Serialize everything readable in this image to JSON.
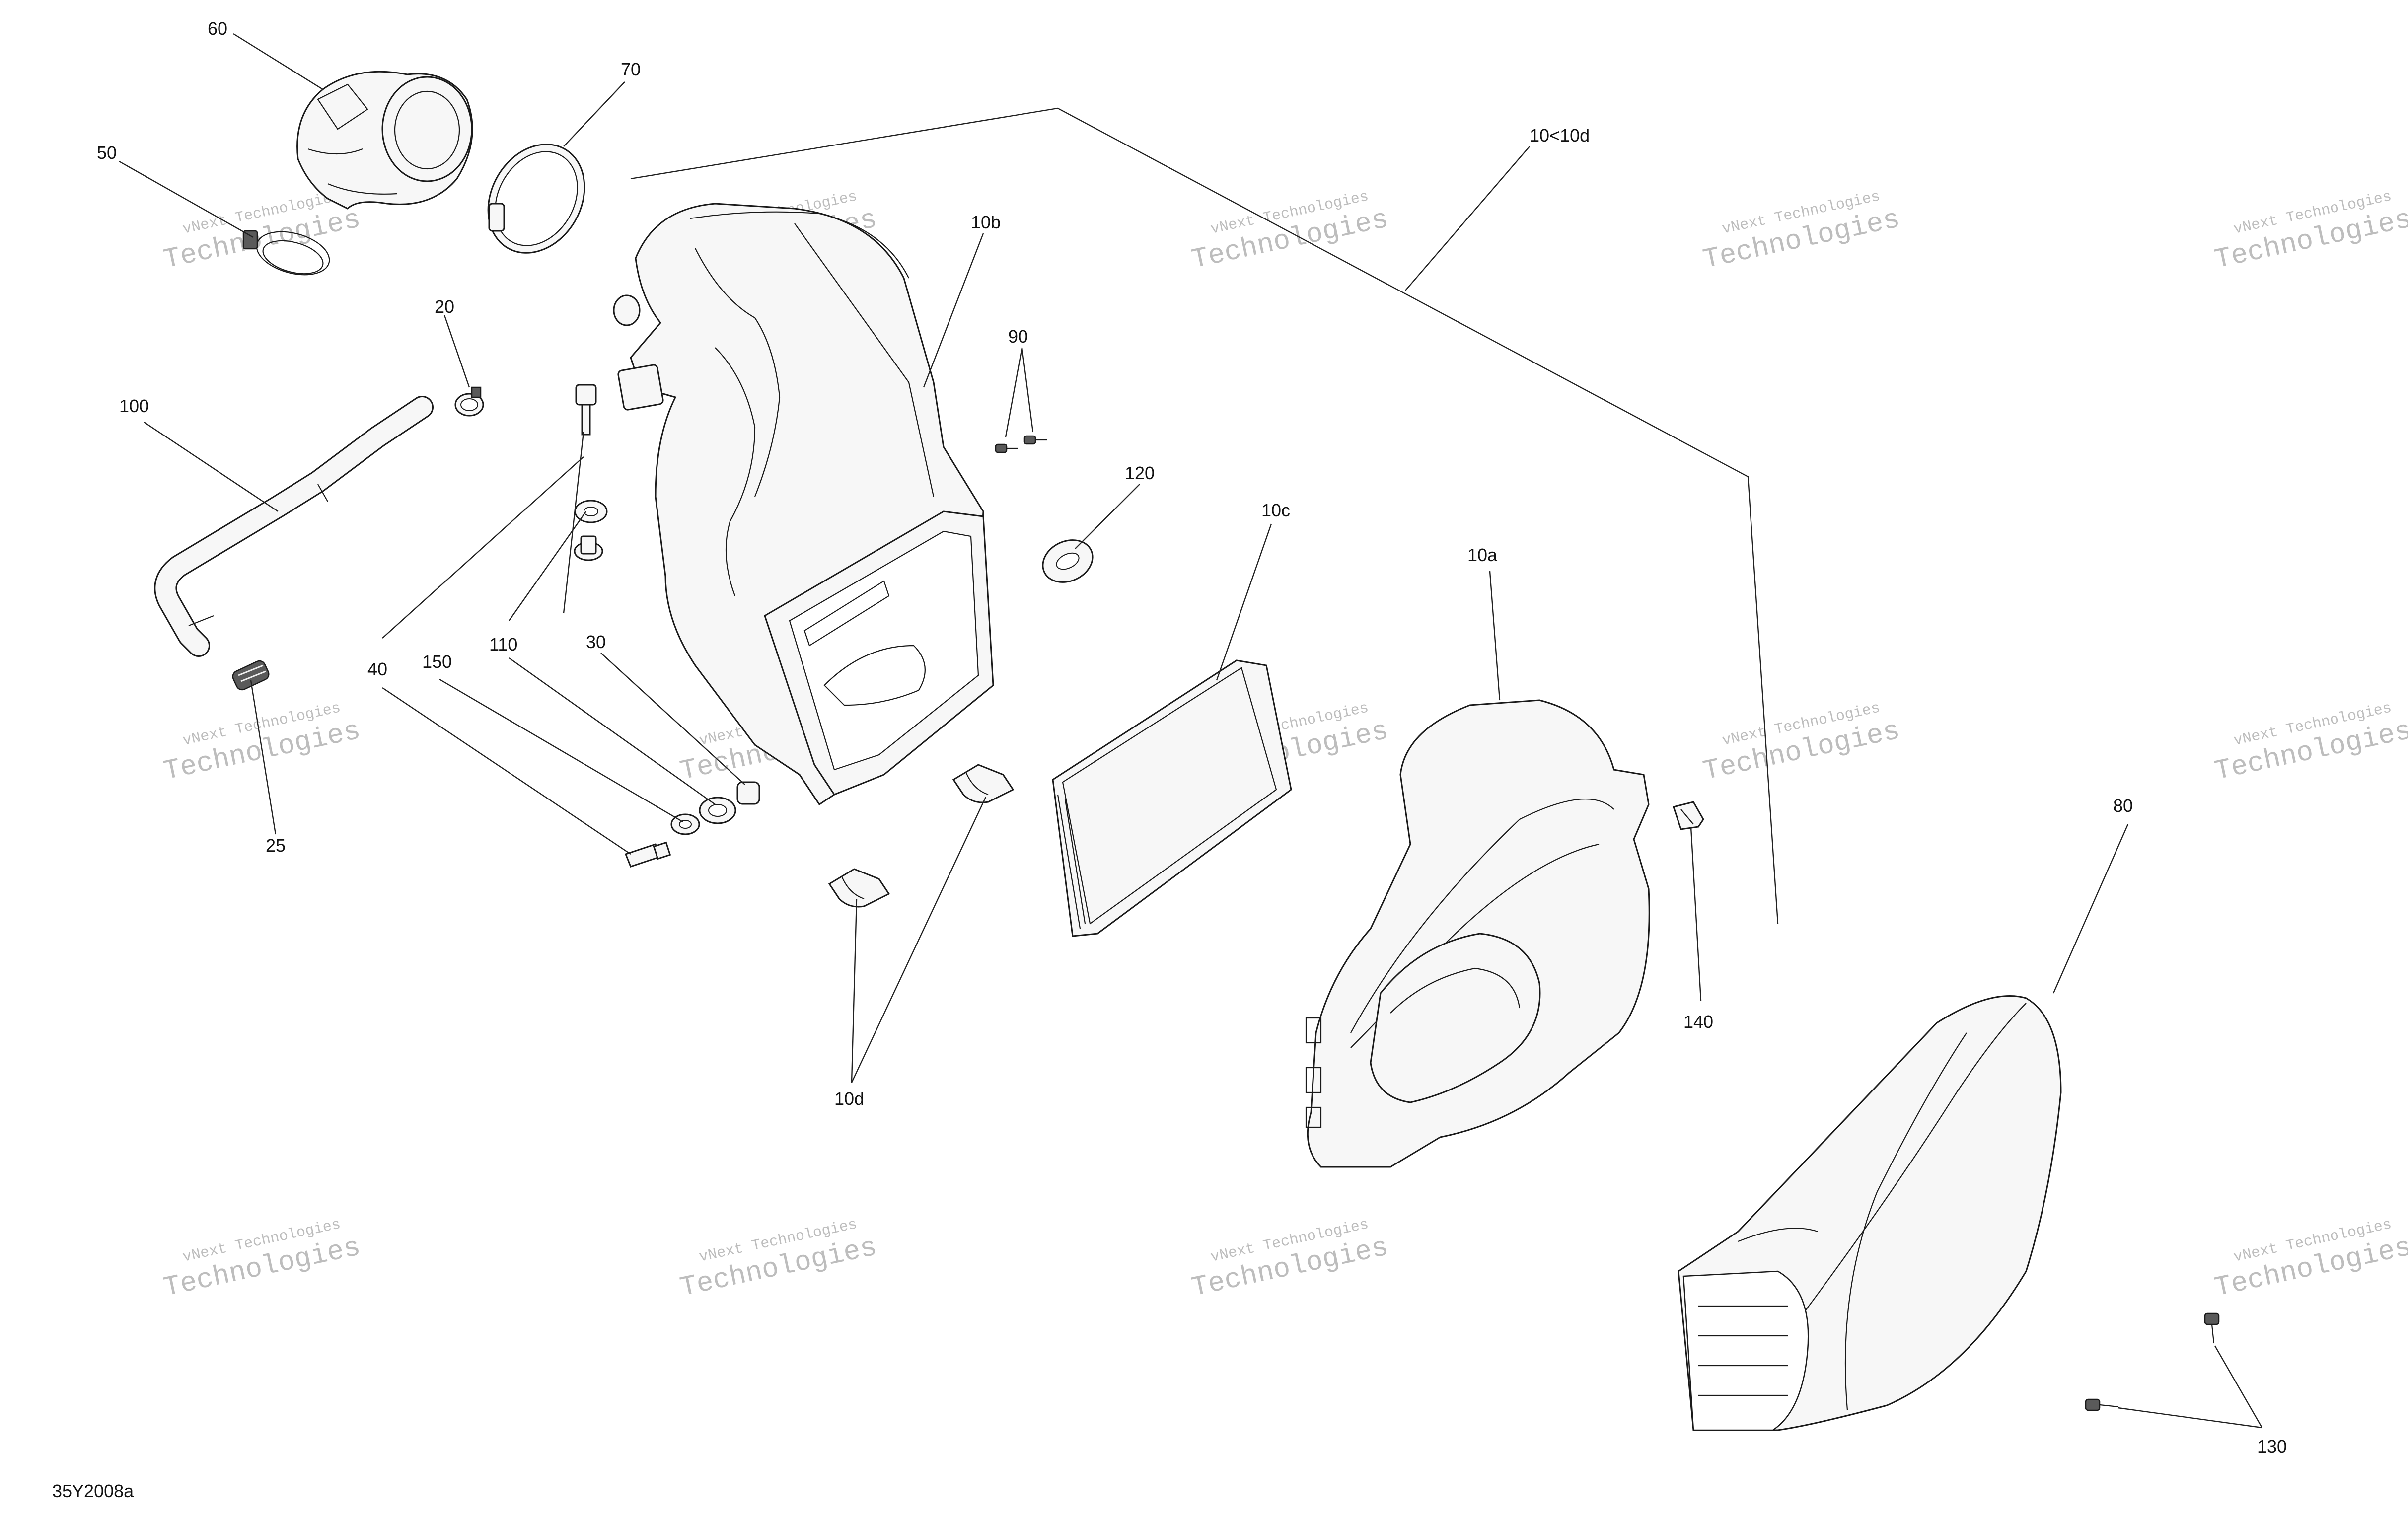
{
  "diagram": {
    "reference_code": "35Y2008a",
    "watermark": {
      "line1": "vNext Technologies",
      "line2": "Technologies",
      "line3": "vNext"
    },
    "callouts": [
      {
        "id": "c60",
        "label": "60"
      },
      {
        "id": "c70",
        "label": "70"
      },
      {
        "id": "c50",
        "label": "50"
      },
      {
        "id": "c10group",
        "label": "10<10d"
      },
      {
        "id": "c10b",
        "label": "10b"
      },
      {
        "id": "c20",
        "label": "20"
      },
      {
        "id": "c90",
        "label": "90"
      },
      {
        "id": "c100",
        "label": "100"
      },
      {
        "id": "c120",
        "label": "120"
      },
      {
        "id": "c10c",
        "label": "10c"
      },
      {
        "id": "c10a",
        "label": "10a"
      },
      {
        "id": "c40",
        "label": "40"
      },
      {
        "id": "c150",
        "label": "150"
      },
      {
        "id": "c110",
        "label": "110"
      },
      {
        "id": "c30",
        "label": "30"
      },
      {
        "id": "c25",
        "label": "25"
      },
      {
        "id": "c80",
        "label": "80"
      },
      {
        "id": "c140",
        "label": "140"
      },
      {
        "id": "c10d",
        "label": "10d"
      },
      {
        "id": "c130",
        "label": "130"
      }
    ]
  }
}
